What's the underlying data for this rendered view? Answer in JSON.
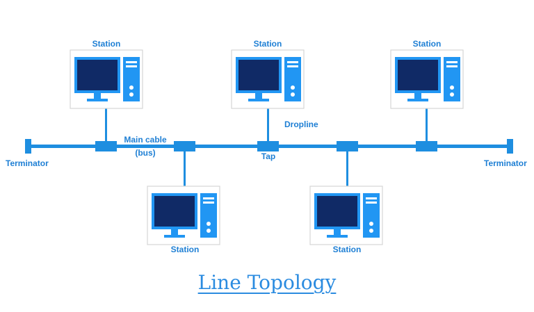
{
  "diagram": {
    "title": "Line Topology",
    "colors": {
      "cable": "#1e8ee0",
      "label": "#1e7fd4",
      "monitor_frame": "#2196f3",
      "monitor_screen": "#102a66",
      "tower": "#2196f3",
      "box_border": "#d6d6d6"
    },
    "labels": {
      "main_cable_line1": "Main cable",
      "main_cable_line2": "(bus)",
      "dropline": "Dropline",
      "tap": "Tap",
      "terminator_left": "Terminator",
      "terminator_right": "Terminator"
    },
    "stations": [
      {
        "label": "Station",
        "side": "top"
      },
      {
        "label": "Station",
        "side": "top"
      },
      {
        "label": "Station",
        "side": "top"
      },
      {
        "label": "Station",
        "side": "bottom"
      },
      {
        "label": "Station",
        "side": "bottom"
      }
    ],
    "taps": 5
  }
}
